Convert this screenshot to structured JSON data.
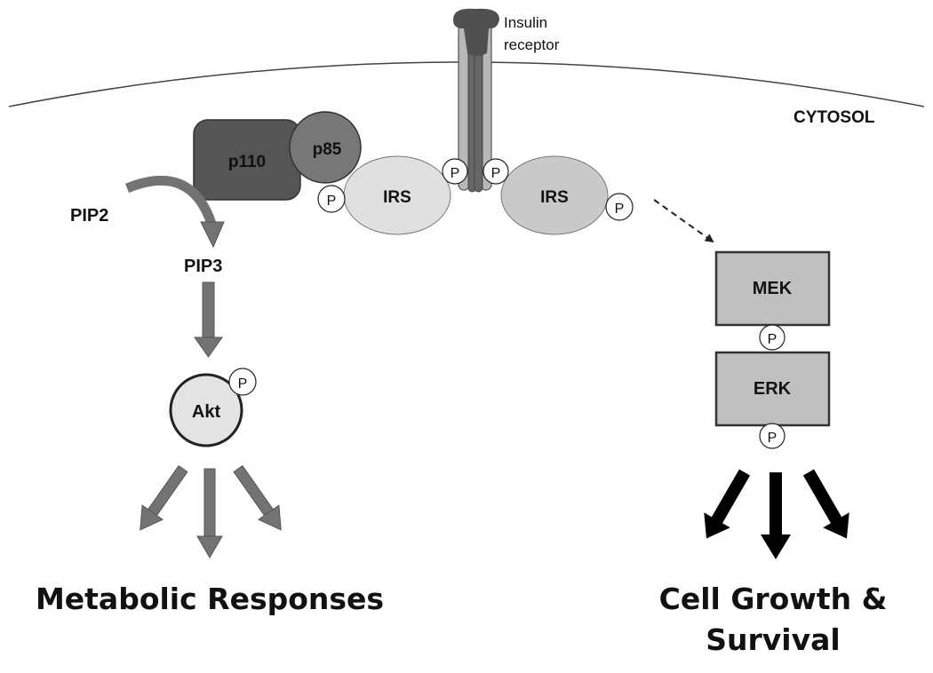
{
  "labels": {
    "insulin_receptor": [
      "Insulin",
      "receptor"
    ],
    "cytosol": "CYTOSOL",
    "p110": "p110",
    "p85": "p85",
    "irs_left": "IRS",
    "irs_right": "IRS",
    "pip2": "PIP2",
    "pip3": "PIP3",
    "akt": "Akt",
    "mek": "MEK",
    "erk": "ERK",
    "phospho": "P",
    "metabolic_responses": "Metabolic Responses",
    "cell_growth": [
      "Cell Growth &",
      "Survival"
    ]
  },
  "colors": {
    "p110": "#555555",
    "p85": "#777777",
    "irs_left": "#e0e0e0",
    "irs_right": "#c9c9c9",
    "kinase_box": "#c0c0c0",
    "akt": "#e3e3e3",
    "grey_arrow": "#737373",
    "black_arrow": "#000000",
    "receptor_dark": "#5a5a5a",
    "receptor_light": "#b3b3b3"
  }
}
